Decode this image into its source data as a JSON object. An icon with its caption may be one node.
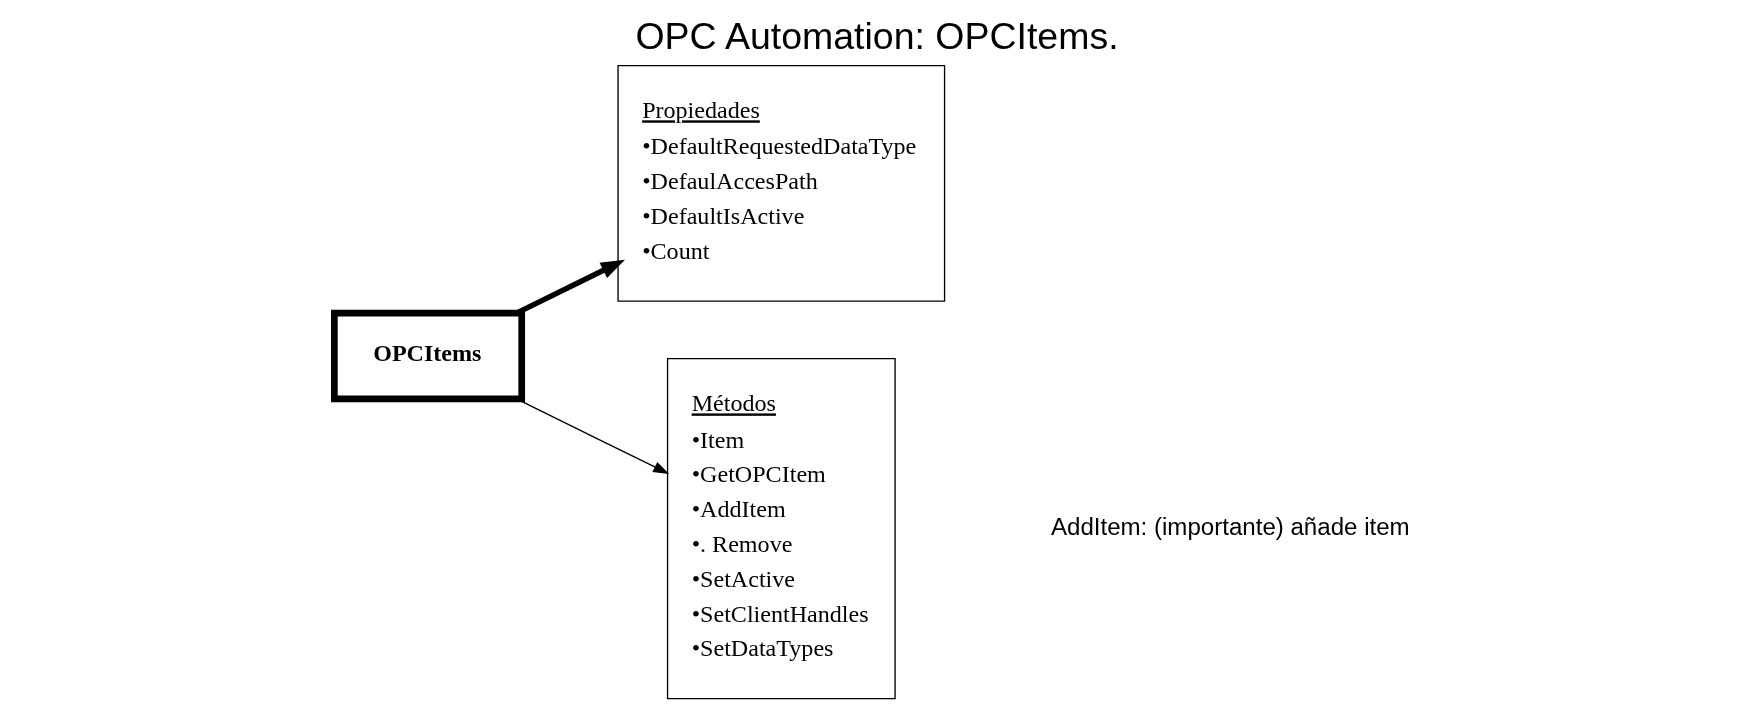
{
  "diagram": {
    "title": "OPC Automation: OPCItems.",
    "nodes": [
      {
        "text": [
          "OPCItems"
        ]
      },
      {
        "text": [
          "Propiedades",
          "•DefaultRequestedDataType",
          "•DefaulAccesPath",
          "•DefaultIsActive",
          "•Count"
        ]
      },
      {
        "text": [
          "Métodos",
          "•Item",
          "•GetOPCItem",
          "•AddItem",
          "•. Remove",
          "•SetActive",
          "•SetClientHandles",
          "•SetDataTypes"
        ]
      }
    ],
    "edges": [
      {
        "from": 0,
        "to": 1,
        "arrow": "to",
        "style": "thick"
      },
      {
        "from": 0,
        "to": 2,
        "arrow": "to"
      }
    ],
    "labels": [
      "AddItem: (importante) añade item"
    ]
  }
}
